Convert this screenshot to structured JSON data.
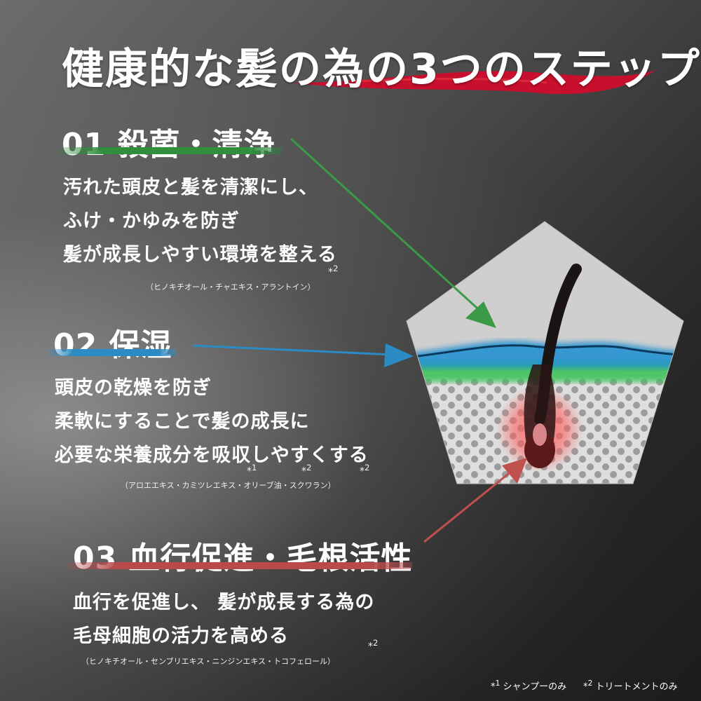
{
  "title": "健康的な髪の為の3つのステップ",
  "colors": {
    "accent_red": "#c8102e",
    "step1": "#2f8f3c",
    "step2": "#2b8bc4",
    "step3": "#b94a4a"
  },
  "steps": [
    {
      "heading": "01 殺菌・清浄",
      "lines": [
        "汚れた頭皮と髪を清潔にし、",
        "ふけ・かゆみを防ぎ",
        "髪が成長しやすい環境を整える"
      ],
      "ingredients": "（ヒノキチオール・チャエキス・アラントイン）",
      "marks": [
        {
          "symbol": "*",
          "num": "2"
        }
      ]
    },
    {
      "heading": "02 保湿",
      "lines": [
        "頭皮の乾燥を防ぎ",
        "柔軟にすることで髪の成長に",
        "必要な栄養成分を吸収しやすくする"
      ],
      "ingredients": "（アロエエキス・カミツレエキス・オリーブ油・スクワラン）",
      "marks": [
        {
          "symbol": "*",
          "num": "1"
        },
        {
          "symbol": "*",
          "num": "2"
        },
        {
          "symbol": "*",
          "num": "2"
        }
      ]
    },
    {
      "heading": "03 血行促進・毛根活性",
      "lines": [
        "血行を促進し、 髪が成長する為の",
        "毛母細胞の活力を高める"
      ],
      "ingredients": "（ヒノキチオール・センブリエキス・ニンジンエキス・トコフェロール）",
      "marks": [
        {
          "symbol": "*",
          "num": "2"
        }
      ]
    }
  ],
  "footnotes": [
    {
      "symbol": "*",
      "num": "1",
      "text": "シャンプーのみ"
    },
    {
      "symbol": "*",
      "num": "2",
      "text": "トリートメントのみ"
    }
  ]
}
